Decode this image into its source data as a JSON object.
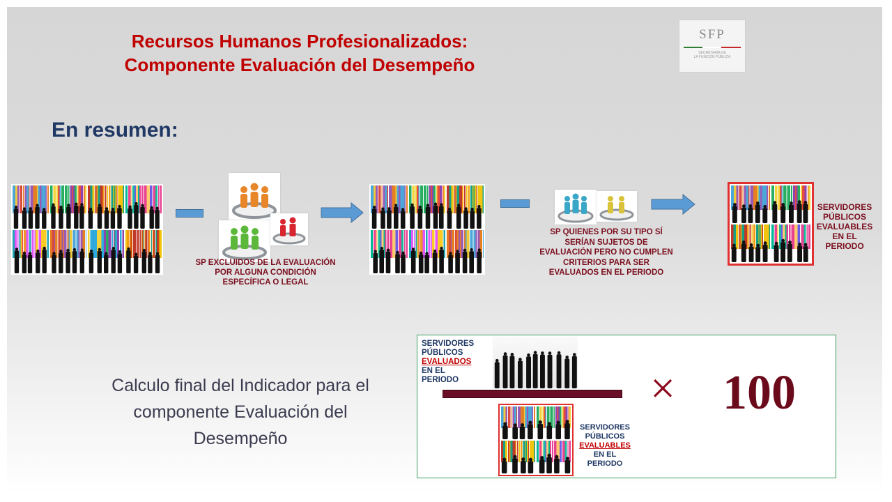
{
  "title_line1": "Recursos Humanos Profesionalizados:",
  "title_line2": "Componente Evaluación del Desempeño",
  "logo": {
    "acronym": "SFP",
    "name_line1": "SECRETARÍA DE",
    "name_line2": "LA FUNCIÓN PÚBLICA"
  },
  "subtitle": "En resumen:",
  "caption_excluded": [
    "SP EXCLUIDOS DE LA EVALUACIÓN",
    "POR ALGUNA CONDICIÓN",
    "ESPECÍFICA O LEGAL"
  ],
  "caption_not_meeting": [
    "SP QUIENES POR SU TIPO SÍ",
    "SERÍAN SUJETOS DE",
    "EVALUACIÓN PERO NO CUMPLEN",
    "CRITERIOS PARA SER",
    "EVALUADOS EN EL PERIODO"
  ],
  "caption_evaluable": [
    "SERVIDORES",
    "PÚBLICOS",
    "EVALUABLES",
    "EN EL",
    "PERIODO"
  ],
  "calc_text": [
    "Calculo final del Indicador para el",
    "componente Evaluación del",
    "Desempeño"
  ],
  "numerator": {
    "l1": "SERVIDORES",
    "l2": "PÚBLICOS",
    "l3": "EVALUADOS",
    "l4": "EN EL",
    "l5": "PERIODO"
  },
  "denominator": {
    "l1": "SERVIDORES",
    "l2": "PÚBLICOS",
    "l3": "EVALUABLES",
    "l4": "EN EL",
    "l5": "PERIODO"
  },
  "times_symbol": "×",
  "multiplier": "100",
  "colors": {
    "title": "#c00000",
    "subtitle": "#1f3864",
    "arrow": "#5b9bd5",
    "caption": "#7b0f1f",
    "formula_bar": "#6b0f28",
    "frame_red": "#e03030",
    "frame_green": "#3a9d5d"
  },
  "icons": [
    "people-group-bars-image",
    "orange-people-ring-icon",
    "green-people-ring-icon",
    "red-people-ring-icon",
    "blue-people-ring-icon",
    "yellow-people-ring-icon",
    "minus-sign-icon",
    "right-arrow-icon",
    "sfp-logo"
  ]
}
